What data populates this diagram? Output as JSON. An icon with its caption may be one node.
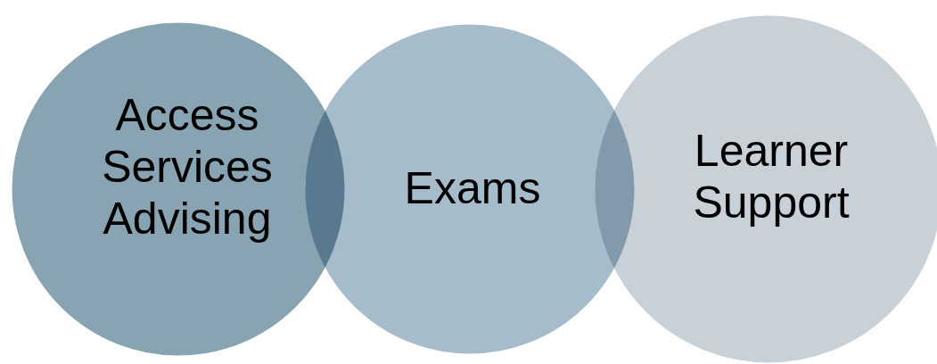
{
  "diagram": {
    "nodes": [
      {
        "text": [
          "Access Services Advising"
        ]
      },
      {
        "text": [
          "Exams"
        ]
      },
      {
        "text": [
          "Learner Support"
        ]
      }
    ]
  }
}
